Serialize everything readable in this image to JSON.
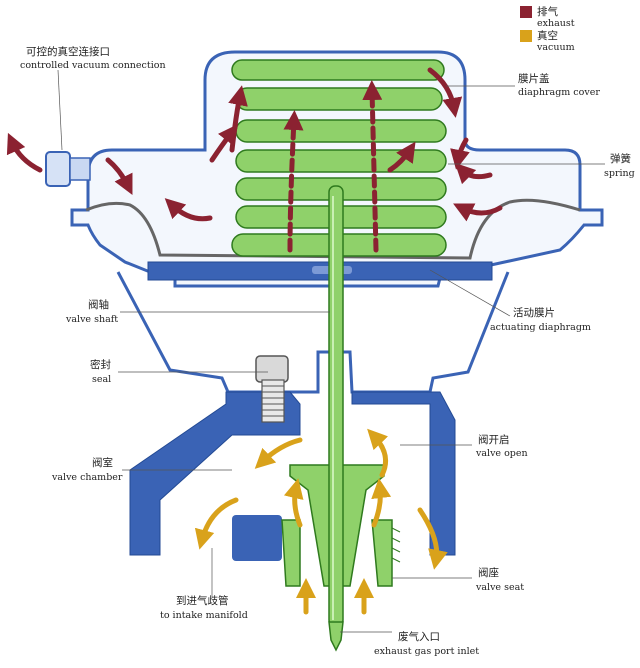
{
  "legend": {
    "exhaust": {
      "zh": "排气",
      "en": "exhaust",
      "color": "#8b2231"
    },
    "vacuum": {
      "zh": "真空",
      "en": "vacuum",
      "color": "#d9a21b"
    }
  },
  "labels": {
    "vacuum_connection": {
      "zh": "可控的真空连接口",
      "en": "controlled vacuum connection"
    },
    "diaphragm_cover": {
      "zh": "膜片盖",
      "en": "diaphragm cover"
    },
    "spring": {
      "zh": "弹簧",
      "en": "spring"
    },
    "valve_shaft": {
      "zh": "阀轴",
      "en": "valve shaft"
    },
    "actuating_diaphragm": {
      "zh": "活动膜片",
      "en": "actuating diaphragm"
    },
    "seal": {
      "zh": "密封",
      "en": "seal"
    },
    "valve_open": {
      "zh": "阀开启",
      "en": "valve open"
    },
    "valve_chamber": {
      "zh": "阀室",
      "en": "valve chamber"
    },
    "valve_seat": {
      "zh": "阀座",
      "en": "valve seat"
    },
    "intake_manifold": {
      "zh": "到进气歧管",
      "en": "to intake manifold"
    },
    "exhaust_inlet": {
      "zh": "废气入口",
      "en": "exhaust gas port inlet"
    }
  },
  "colors": {
    "housing": "#3a63b5",
    "housing_light": "#c9d8f2",
    "spring": "#8fd16a",
    "spring_dark": "#2f7a1e",
    "exhaust": "#8b2231",
    "vacuum": "#d9a21b"
  }
}
